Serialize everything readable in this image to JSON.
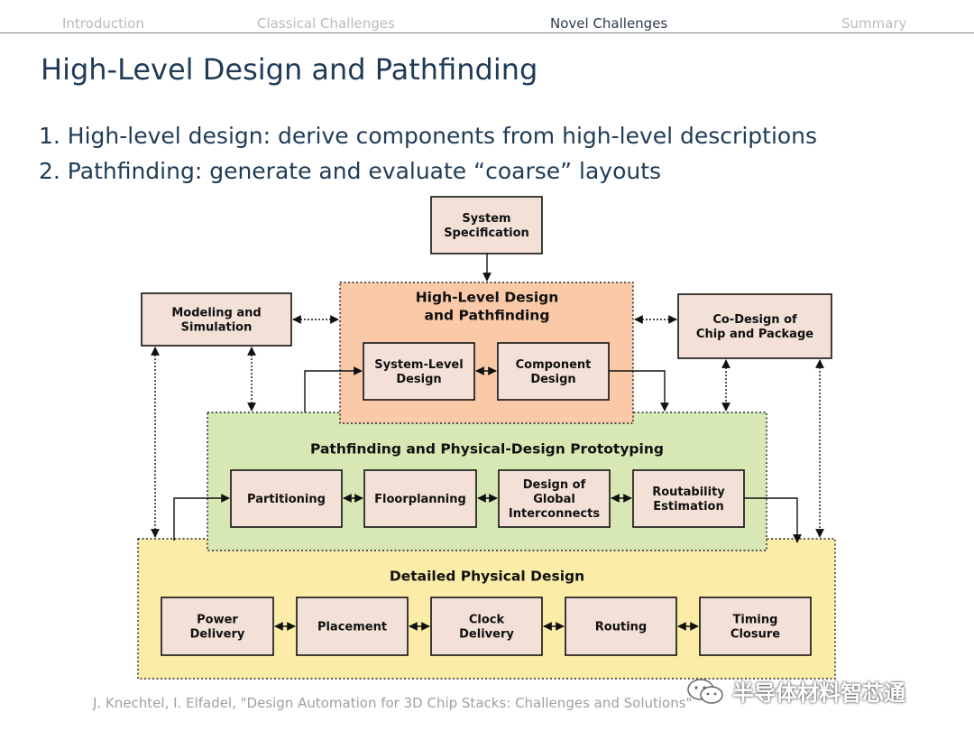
{
  "nav": {
    "items": [
      {
        "label": "Introduction"
      },
      {
        "label": "Classical Challenges"
      },
      {
        "label": "Novel Challenges"
      },
      {
        "label": "Summary"
      }
    ],
    "active": "Novel Challenges"
  },
  "title": "High-Level Design and Pathfinding",
  "bullets": [
    "1. High-level design: derive components from high-level descriptions",
    "2. Pathfinding: generate and evaluate “coarse” layouts"
  ],
  "diagram": {
    "colors": {
      "high_level": "#f9c9a8",
      "pathfinding": "#d7e8b4",
      "detailed": "#fbeca8",
      "box": "#f3e0d6"
    },
    "system_spec": "System\nSpecification",
    "modeling": "Modeling and\nSimulation",
    "codesign": "Co-Design of\nChip and Package",
    "high_level": {
      "title": "High-Level Design\nand Pathfinding",
      "boxes": [
        "System-Level\nDesign",
        "Component\nDesign"
      ]
    },
    "pathfinding": {
      "title": "Pathfinding and Physical-Design Prototyping",
      "boxes": [
        "Partitioning",
        "Floorplanning",
        "Design of\nGlobal\nInterconnects",
        "Routability\nEstimation"
      ]
    },
    "detailed": {
      "title": "Detailed Physical Design",
      "boxes": [
        "Power\nDelivery",
        "Placement",
        "Clock\nDelivery",
        "Routing",
        "Timing\nClosure"
      ]
    }
  },
  "footer": "J. Knechtel, I. Elfadel, \"Design Automation for 3D Chip Stacks: Challenges and Solutions\"",
  "watermark": "半导体材料智芯通"
}
